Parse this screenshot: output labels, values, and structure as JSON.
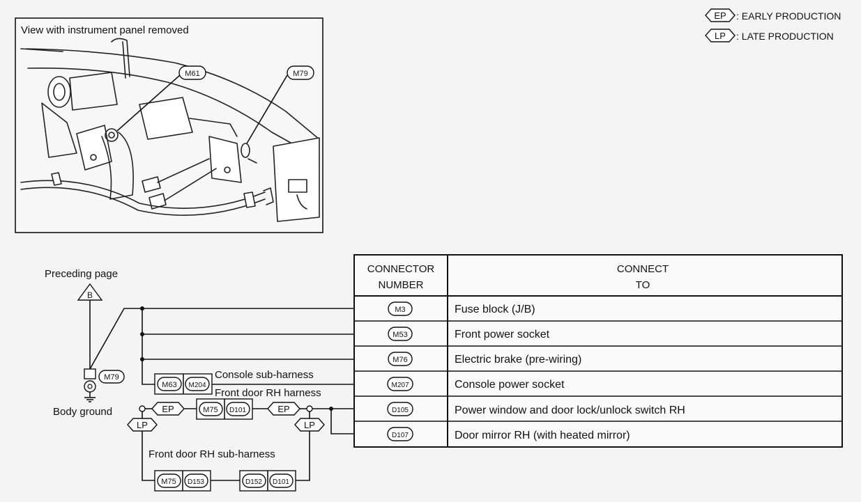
{
  "legend": {
    "ep_tag": "EP",
    "ep_text": ": EARLY PRODUCTION",
    "lp_tag": "LP",
    "lp_text": ": LATE PRODUCTION"
  },
  "illustration": {
    "caption": "View with instrument panel removed",
    "callout_left": "M61",
    "callout_right": "M79"
  },
  "schematic": {
    "preceding_label": "Preceding page",
    "preceding_tag": "B",
    "ground_connector": "M79",
    "ground_label": "Body ground",
    "console_connectors": [
      "M63",
      "M204"
    ],
    "console_label": "Console sub-harness",
    "front_door_label": "Front door RH harness",
    "ep_tag": "EP",
    "lp_tag": "LP",
    "front_door_connectors": [
      "M75",
      "D101"
    ],
    "sub_harness_label": "Front door RH sub-harness",
    "sub_connectors_left": [
      "M75",
      "D153"
    ],
    "sub_connectors_right": [
      "D152",
      "D101"
    ]
  },
  "table": {
    "header_number": [
      "CONNECTOR",
      "NUMBER"
    ],
    "header_connect": [
      "CONNECT",
      "TO"
    ],
    "rows": [
      {
        "connector": "M3",
        "connect_to": "Fuse block (J/B)"
      },
      {
        "connector": "M53",
        "connect_to": "Front power socket"
      },
      {
        "connector": "M76",
        "connect_to": "Electric brake (pre-wiring)"
      },
      {
        "connector": "M207",
        "connect_to": "Console power socket"
      },
      {
        "connector": "D105",
        "connect_to": "Power window and door lock/unlock switch RH"
      },
      {
        "connector": "D107",
        "connect_to": "Door mirror RH (with heated mirror)"
      }
    ]
  }
}
